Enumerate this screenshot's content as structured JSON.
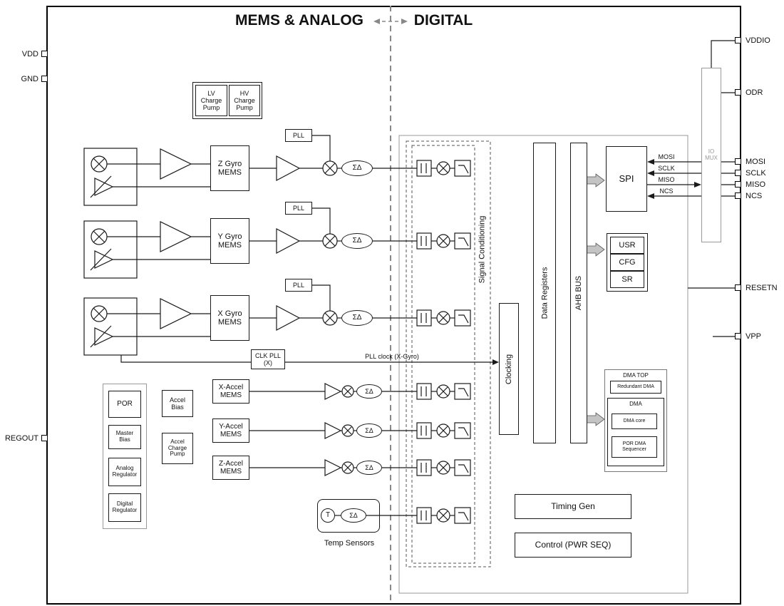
{
  "titles": {
    "analog": "MEMS & ANALOG",
    "digital": "DIGITAL"
  },
  "pins": {
    "vdd": "VDD",
    "gnd": "GND",
    "regout": "REGOUT",
    "vddio": "VDDIO",
    "odr": "ODR",
    "mosi": "MOSI",
    "sclk": "SCLK",
    "miso": "MISO",
    "ncs": "NCS",
    "resetn": "RESETN",
    "vpp": "VPP"
  },
  "spi_signals": {
    "mosi": "MOSI",
    "sclk": "SCLK",
    "miso": "MISO",
    "ncs": "NCS"
  },
  "symbols": {
    "sigma_delta": "ΣΔ",
    "temp": "T"
  },
  "blocks": {
    "lv_charge_pump": "LV Charge Pump",
    "hv_charge_pump": "HV Charge Pump",
    "pll": "PLL",
    "z_gyro": "Z Gyro MEMS",
    "y_gyro": "Y Gyro MEMS",
    "x_gyro": "X Gyro MEMS",
    "clk_pll": "CLK PLL (X)",
    "pll_clock_label": "PLL clock (X-Gyro)",
    "por": "POR",
    "master_bias": "Master Bias",
    "analog_regulator": "Analog Regulator",
    "digital_regulator": "Digital Regulator",
    "accel_bias": "Accel Bias",
    "accel_charge_pump": "Accel Charge Pump",
    "x_accel": "X-Accel MEMS",
    "y_accel": "Y-Accel MEMS",
    "z_accel": "Z-Accel MEMS",
    "temp_sensors": "Temp Sensors",
    "signal_conditioning": "Signal Conditioning",
    "clocking": "Clocking",
    "data_registers": "Data Registers",
    "ahb_bus": "AHB BUS",
    "spi": "SPI",
    "usr": "USR",
    "cfg": "CFG",
    "sr": "SR",
    "dma_top": "DMA TOP",
    "redundant_dma": "Redundant DMA",
    "dma": "DMA",
    "dma_core": "DMA core",
    "por_dma_sequencer": "POR DMA Sequencer",
    "timing_gen": "Timing Gen",
    "control_pwr_seq": "Control (PWR SEQ)",
    "io_mux": "IO MUX"
  },
  "colors": {
    "ink": "#1a1a1a",
    "muted": "#999999"
  }
}
